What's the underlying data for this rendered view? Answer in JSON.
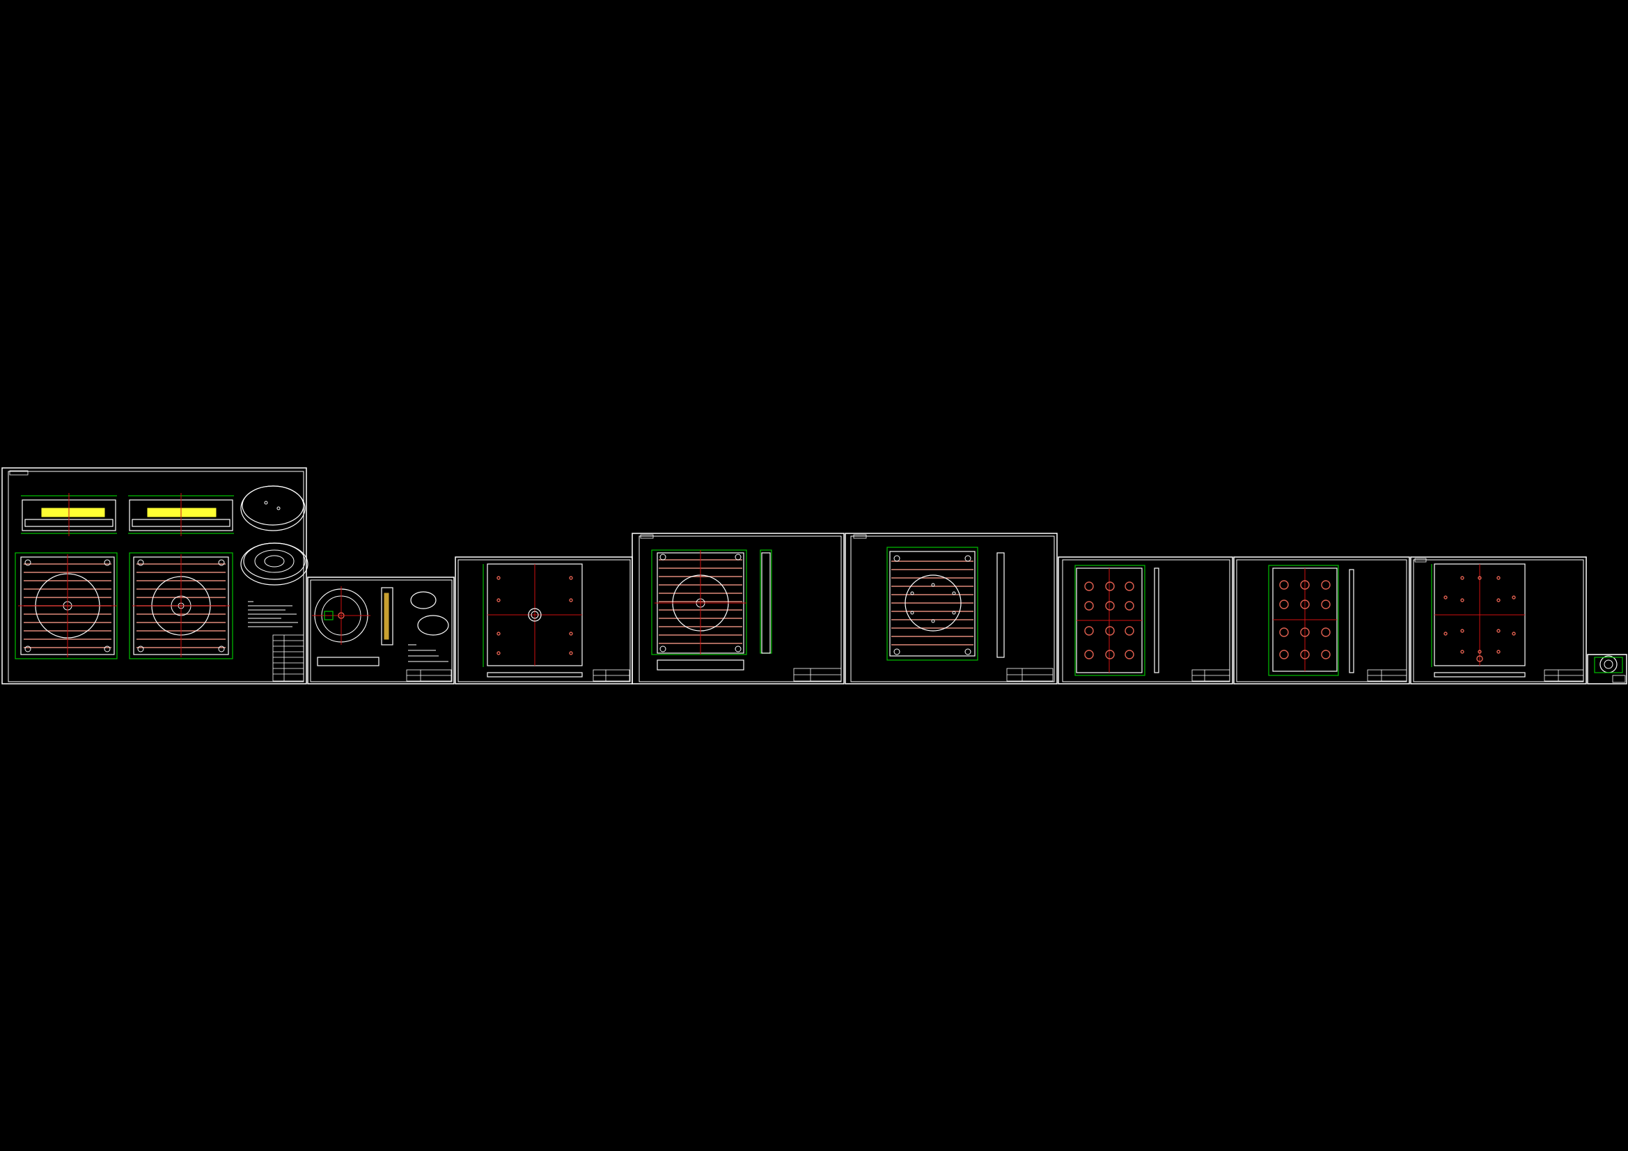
{
  "viewport": {
    "background": "#000000"
  },
  "colors": {
    "outline": "#ffffff",
    "dimension": "#00c000",
    "centerline": "#d01010",
    "cooling_channel": "#e08a7a",
    "cavity_fill": "#ffff33"
  },
  "sheets": [
    {
      "id": "assembly",
      "kind": "assembly-drawing",
      "views": [
        "section-view-1",
        "section-view-2",
        "top-view-1",
        "top-view-2",
        "iso-disc-1",
        "iso-disc-2",
        "notes",
        "parts-list"
      ]
    },
    {
      "id": "part-disc",
      "kind": "part-drawing",
      "views": [
        "top-view",
        "section-view",
        "iso-view-1",
        "iso-view-2",
        "notes"
      ]
    },
    {
      "id": "plate-1",
      "kind": "plate-drawing",
      "views": [
        "top-view",
        "side-view"
      ]
    },
    {
      "id": "plate-2",
      "kind": "plate-drawing",
      "views": [
        "top-view",
        "side-view",
        "bottom-view"
      ]
    },
    {
      "id": "plate-3",
      "kind": "plate-drawing",
      "views": [
        "top-view",
        "side-view"
      ]
    },
    {
      "id": "plate-4",
      "kind": "plate-drawing",
      "views": [
        "top-view",
        "side-view"
      ]
    },
    {
      "id": "plate-5",
      "kind": "plate-drawing",
      "views": [
        "top-view",
        "side-view"
      ]
    },
    {
      "id": "plate-6",
      "kind": "plate-drawing",
      "views": [
        "top-view",
        "side-view"
      ]
    },
    {
      "id": "thumbnail",
      "kind": "small-part",
      "views": [
        "top-view"
      ]
    }
  ]
}
